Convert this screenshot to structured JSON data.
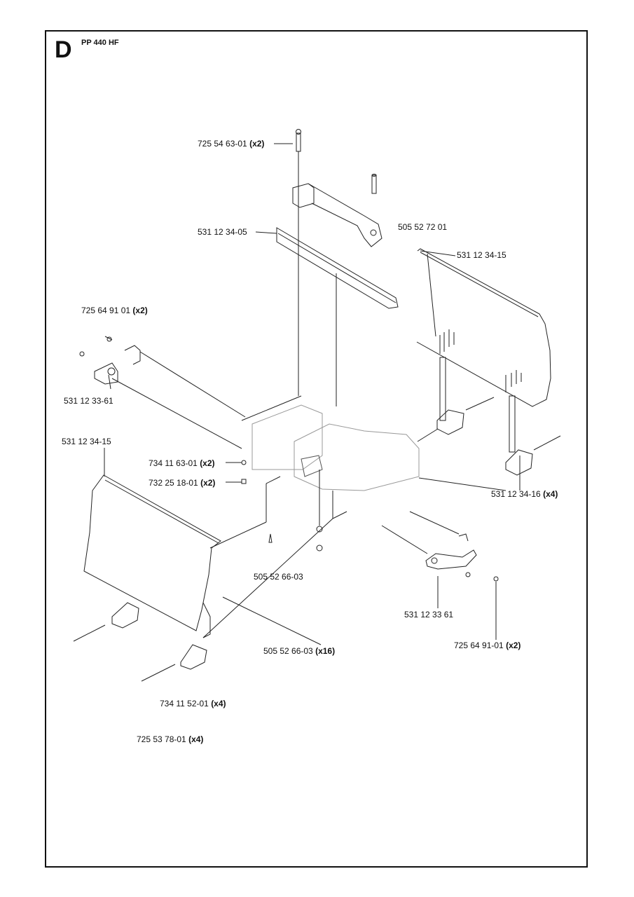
{
  "header": {
    "section": "D",
    "model": "PP 440 HF"
  },
  "parts": [
    {
      "id": "bolt-top",
      "number": "725 54 63-01",
      "qty": "(x2)"
    },
    {
      "id": "handle-pin",
      "number": "505 52 72 01",
      "qty": ""
    },
    {
      "id": "top-rail",
      "number": "531 12 34-05",
      "qty": ""
    },
    {
      "id": "right-cover-top",
      "number": "531 12 34-15",
      "qty": ""
    },
    {
      "id": "screw-left",
      "number": "725 64 91 01",
      "qty": "(x2)"
    },
    {
      "id": "handle-left",
      "number": "531 12 33-61",
      "qty": ""
    },
    {
      "id": "left-cover",
      "number": "531 12 34-15",
      "qty": ""
    },
    {
      "id": "washer-mid",
      "number": "734 11 63-01",
      "qty": "(x2)"
    },
    {
      "id": "nut-mid",
      "number": "732 25 18-01",
      "qty": "(x2)"
    },
    {
      "id": "bracket-right",
      "number": "531 12 34-16",
      "qty": "(x4)"
    },
    {
      "id": "pin-center",
      "number": "505 52 66-03",
      "qty": ""
    },
    {
      "id": "handle-right",
      "number": "531 12 33 61",
      "qty": ""
    },
    {
      "id": "screw-right",
      "number": "725 64 91-01",
      "qty": "(x2)"
    },
    {
      "id": "pins-multi",
      "number": "505 52 66-03",
      "qty": "(x16)"
    },
    {
      "id": "washer-low",
      "number": "734 11 52-01",
      "qty": "(x4)"
    },
    {
      "id": "bolt-low",
      "number": "725 53 78-01",
      "qty": "(x4)"
    }
  ]
}
